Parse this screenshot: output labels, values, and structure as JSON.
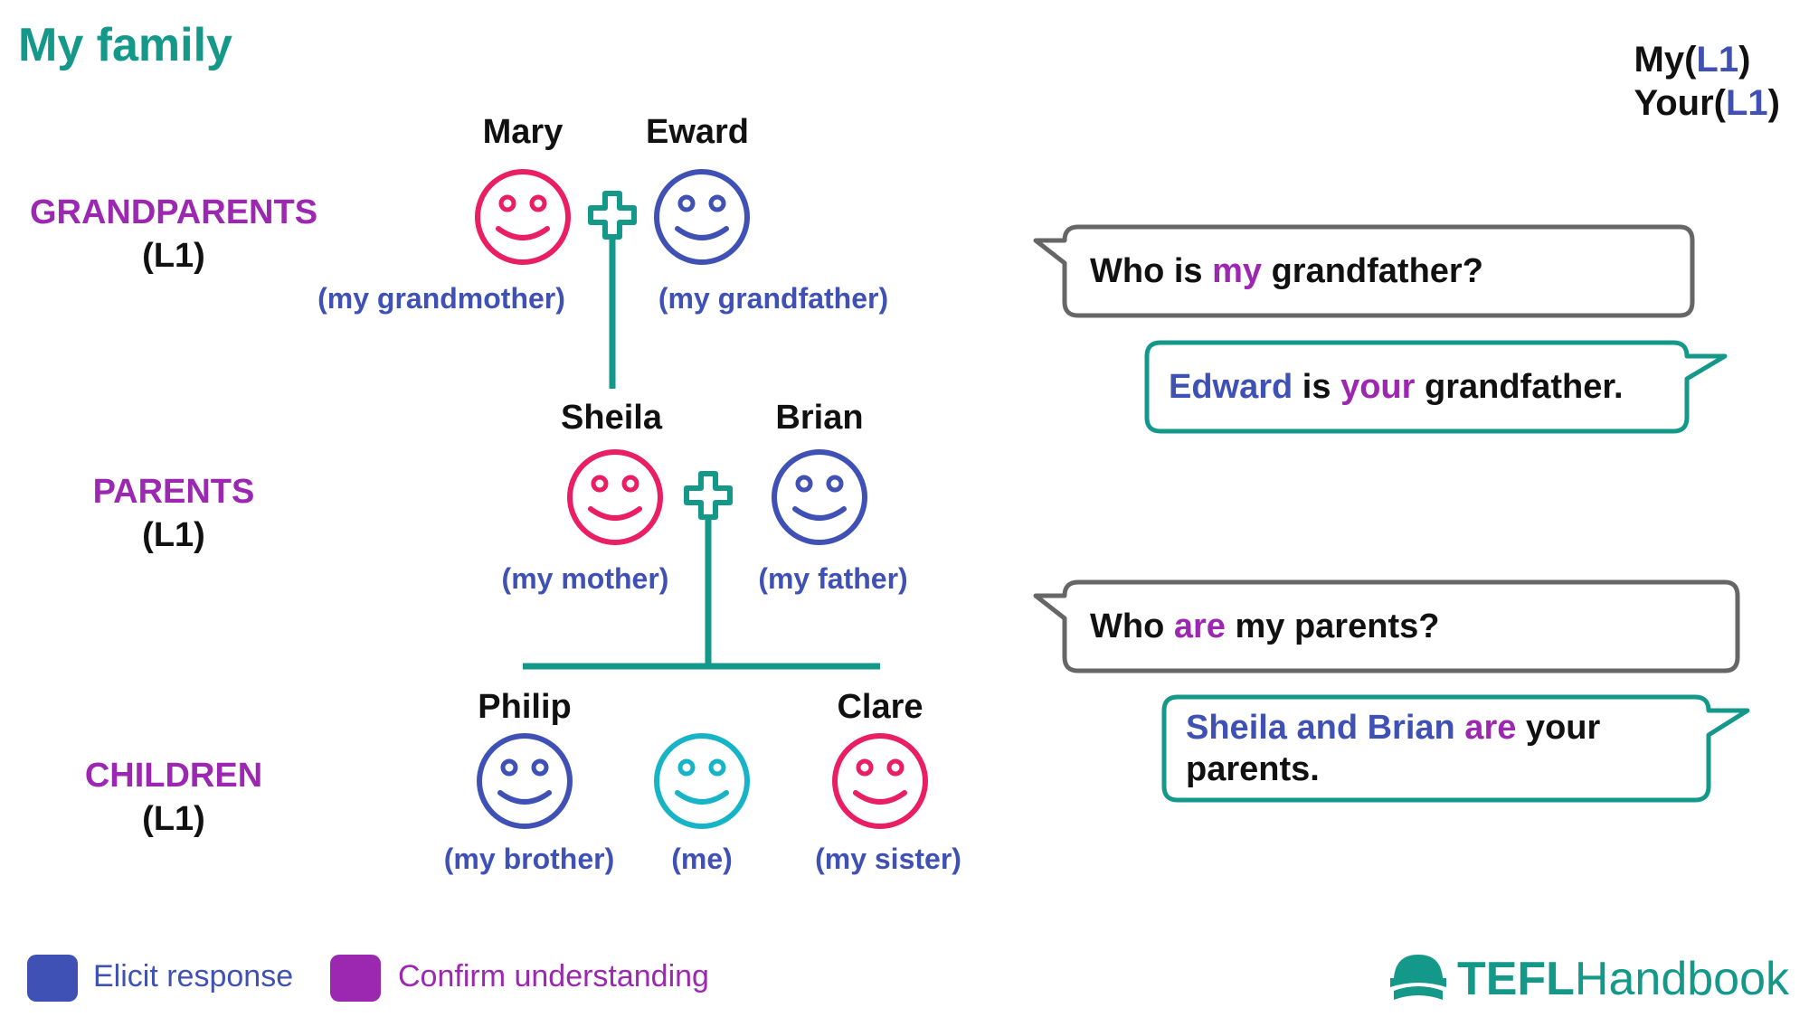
{
  "title": "My family",
  "corner": {
    "line1": {
      "prefix": "My(",
      "level": "L1",
      "suffix": ")"
    },
    "line2": {
      "prefix": "Your(",
      "level": "L1",
      "suffix": ")"
    }
  },
  "generations": {
    "grandparents": {
      "label": "GRANDPARENTS",
      "level": "(L1)"
    },
    "parents": {
      "label": "PARENTS",
      "level": "(L1)"
    },
    "children": {
      "label": "CHILDREN",
      "level": "(L1)"
    }
  },
  "people": {
    "mary": {
      "name": "Mary",
      "role": "(my grandmother)",
      "color": "#e91e63"
    },
    "eward": {
      "name": "Eward",
      "role": "(my grandfather)",
      "color": "#3f51b5"
    },
    "sheila": {
      "name": "Sheila",
      "role": "(my mother)",
      "color": "#e91e63"
    },
    "brian": {
      "name": "Brian",
      "role": "(my father)",
      "color": "#3f51b5"
    },
    "philip": {
      "name": "Philip",
      "role": "(my brother)",
      "color": "#3f51b5"
    },
    "me": {
      "name": "",
      "role": "(me)",
      "color": "#17b3c6"
    },
    "clare": {
      "name": "Clare",
      "role": "(my sister)",
      "color": "#e91e63"
    }
  },
  "bubbles": {
    "q1": {
      "a": "Who is ",
      "b": "my",
      "c": " grandfather?"
    },
    "a1": {
      "a": "Edward",
      "b": " is ",
      "c": "your",
      "d": " grandfather."
    },
    "q2": {
      "a": "Who ",
      "b": "are",
      "c": " my parents?"
    },
    "a2": {
      "a": "Sheila and Brian",
      "b": " are",
      "c": " your",
      "d": "parents."
    }
  },
  "legend": {
    "elicit": {
      "label": "Elicit response",
      "color": "#3f51b5"
    },
    "confirm": {
      "label": "Confirm understanding",
      "color": "#9c27b0"
    }
  },
  "logo": {
    "bold": "TEFL",
    "thin": "Handbook"
  },
  "colors": {
    "teal": "#14988a",
    "grey_border": "#666666",
    "blue": "#3f51b5",
    "purple": "#9c27b0"
  }
}
